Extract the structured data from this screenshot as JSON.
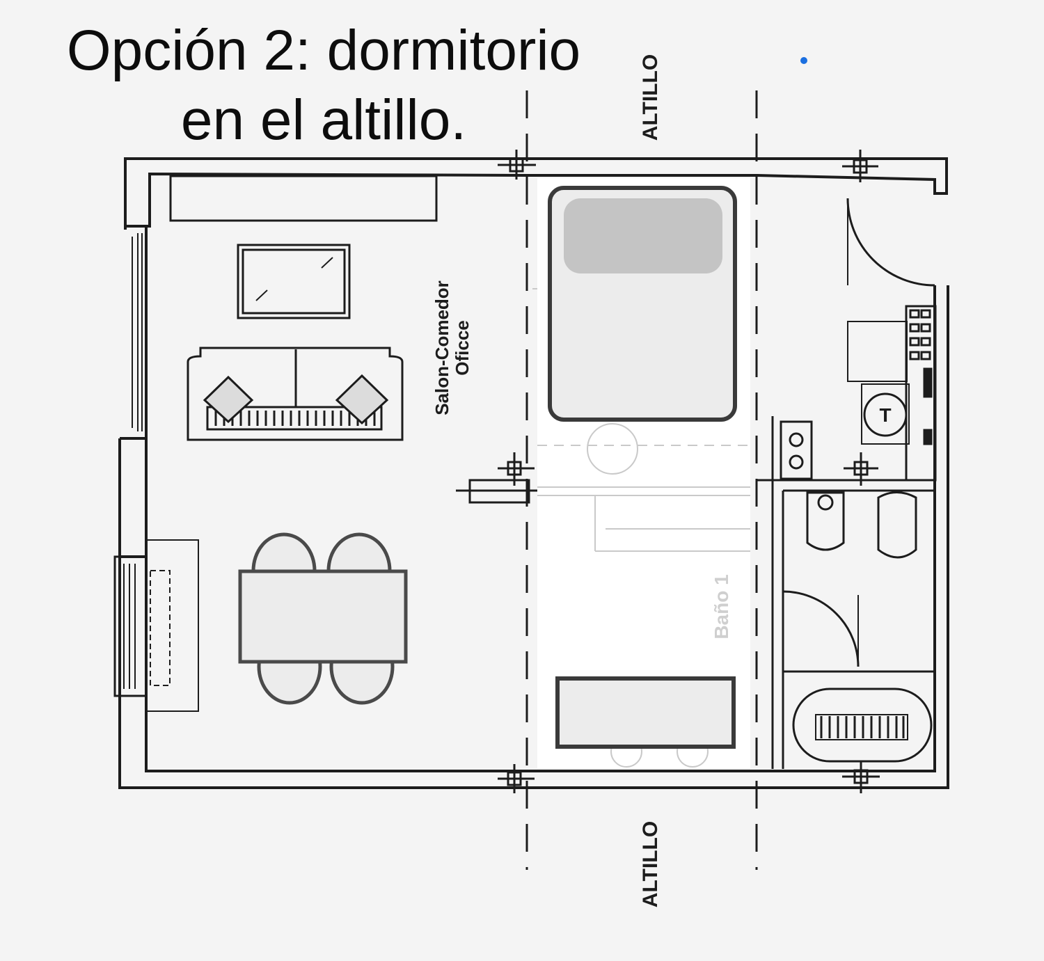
{
  "title": {
    "line1": "Opción 2: dormitorio",
    "line2": "en el altillo."
  },
  "labels": {
    "altillo_top": "ALTILLO",
    "altillo_bottom": "ALTILLO",
    "living_line1": "Salon-Comedor",
    "living_line2": "Oficce",
    "bath": "Baño 1",
    "stove_mark": "T"
  },
  "colors": {
    "background": "#f4f4f4",
    "line": "#1c1c1c",
    "furniture_fill": "#ececec",
    "pillow_fill": "#c4c4c4",
    "overlay_fill": "#ffffff",
    "dot": "#1a6fe0"
  }
}
